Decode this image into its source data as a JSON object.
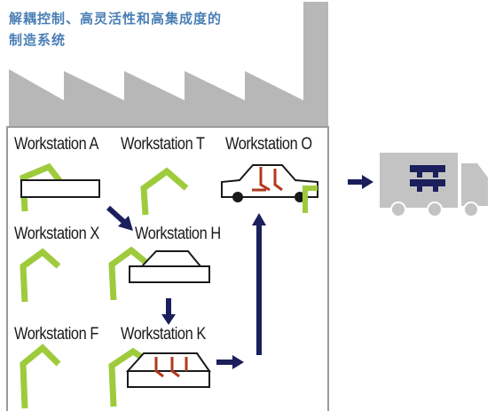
{
  "title": {
    "line1": "解耦控制、高灵活性和高集成度的",
    "line2": "制造系统"
  },
  "workstations": [
    {
      "id": "A",
      "label": "Workstation A"
    },
    {
      "id": "T",
      "label": "Workstation T"
    },
    {
      "id": "O",
      "label": "Workstation O"
    },
    {
      "id": "X",
      "label": "Workstation X"
    },
    {
      "id": "H",
      "label": "Workstation H"
    },
    {
      "id": "F",
      "label": "Workstation F"
    },
    {
      "id": "K",
      "label": "Workstation K"
    }
  ],
  "colors": {
    "factory": "#b7b7b7",
    "robot": "#9ecb3c",
    "arrow": "#1b1f5c",
    "title": "#4a7fb5",
    "truck": "#c3c3c3",
    "weld": "#b23a1e"
  }
}
